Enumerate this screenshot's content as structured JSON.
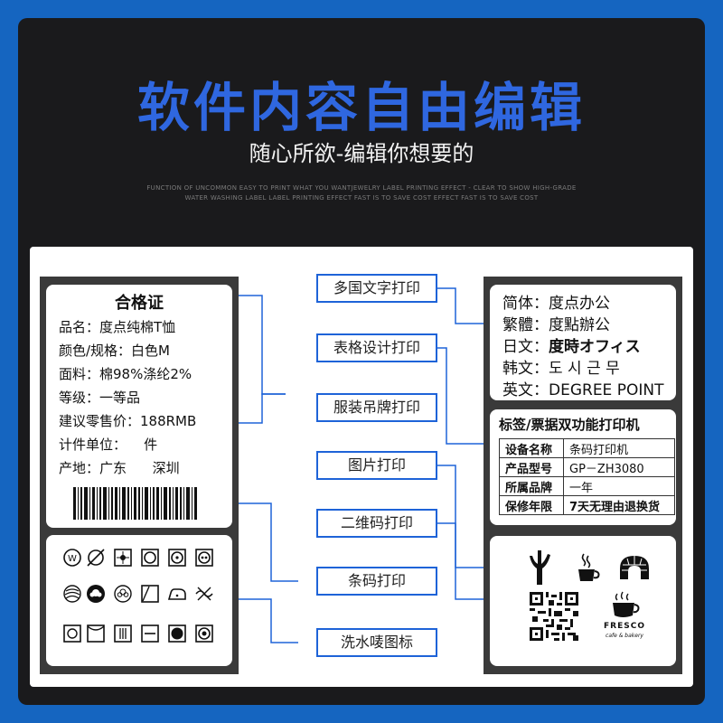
{
  "header": {
    "title": "软件内容自由编辑",
    "subtitle": "随心所欲-编辑你想要的",
    "fine_print_1": "FUNCTION OF UNCOMMON EASY TO PRINT WHAT YOU WANTJEWELRY LABEL PRINTING EFFECT - CLEAR TO SHOW HIGH-GRADE",
    "fine_print_2": "WATER WASHING LABEL LABEL PRINTING EFFECT FAST IS TO SAVE COST EFFECT FAST IS TO SAVE COST"
  },
  "garment_tag": {
    "title": "合格证",
    "lines": [
      "品名：度点纯棉T恤",
      "颜色/规格：白色M",
      "面料：棉98%涤纶2%",
      "等级：一等品",
      "建议零售价：188RMB",
      "计件单位：    件",
      "产地：广东      深圳"
    ]
  },
  "features": [
    "多国文字打印",
    "表格设计打印",
    "服装吊牌打印",
    "图片打印",
    "二维码打印",
    "条码打印",
    "洗水唛图标"
  ],
  "languages": [
    {
      "label": "简体：",
      "value": "度点办公"
    },
    {
      "label": "繁體：",
      "value": "度點辦公"
    },
    {
      "label": "日文：",
      "value": "度時オフィス"
    },
    {
      "label": "韩文：",
      "value": "도 시 근 무"
    },
    {
      "label": "英文：",
      "value": "DEGREE POINT"
    }
  ],
  "spec_table": {
    "title": "标签/票据双功能打印机",
    "rows": [
      {
        "key": "设备名称",
        "value": "条码打印机"
      },
      {
        "key": "产品型号",
        "value": "GP－ZH3080"
      },
      {
        "key": "所属品牌",
        "value": "一年"
      },
      {
        "key": "保修年限",
        "value": "7天无理由退换货"
      }
    ]
  },
  "images_card": {
    "logo_text": "FRESCO",
    "logo_subtext": "cafe & bakery"
  },
  "colors": {
    "accent": "#2f67e0",
    "connector": "#1e63d8",
    "panel": "#3a3a3a",
    "frame": "#1a1a1c",
    "outer": "#1565c0"
  }
}
